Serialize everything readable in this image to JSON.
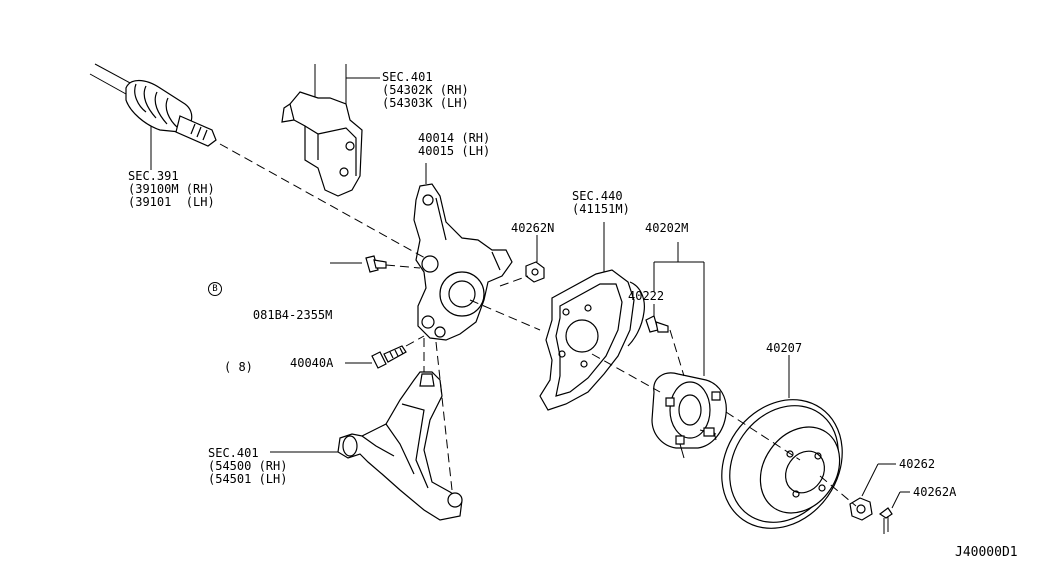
{
  "labels": {
    "sec391": [
      "SEC.391",
      "(39100M (RH)",
      "(39101  (LH)"
    ],
    "sec401_top": [
      "SEC.401",
      "(54302K (RH)",
      "(54303K (LH)"
    ],
    "knuckle": [
      "40014 (RH)",
      "40015 (LH)"
    ],
    "bolt_b": [
      "081B4-2355M",
      "( 8)"
    ],
    "bolt_b_circle": "B",
    "nut_n": "40262N",
    "sec440": [
      "SEC.440",
      "(41151M)"
    ],
    "hub_m": "40202M",
    "hub_bolt": "40222",
    "bolt_a": "40040A",
    "rotor": "40207",
    "sec401_bottom": [
      "SEC.401",
      "(54500 (RH)",
      "(54501 (LH)"
    ],
    "nut": "40262",
    "pin": "40262A",
    "diagram_code": "J40000D1"
  }
}
